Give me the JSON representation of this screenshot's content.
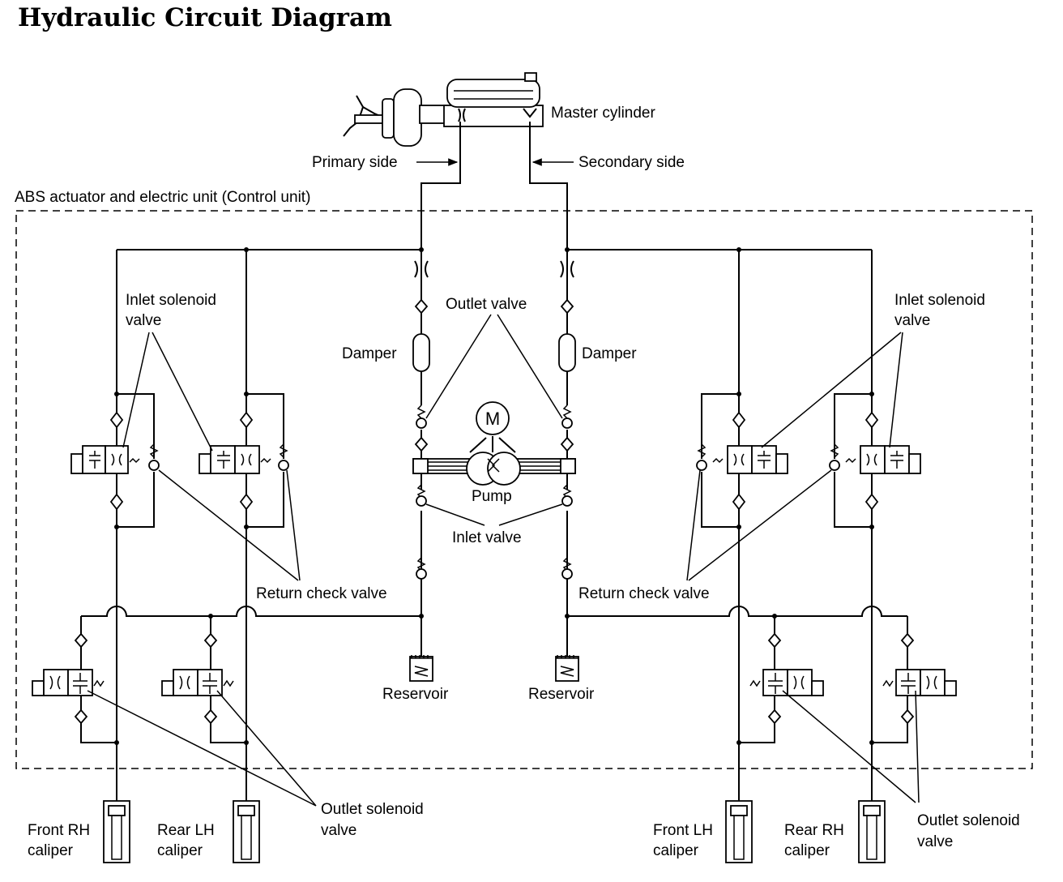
{
  "title": "Hydraulic Circuit Diagram",
  "labels": {
    "master_cylinder": "Master cylinder",
    "primary_side": "Primary side",
    "secondary_side": "Secondary side",
    "abs_unit": "ABS actuator and electric unit (Control unit)",
    "inlet_solenoid_left_1": "Inlet solenoid",
    "inlet_solenoid_left_2": "valve",
    "inlet_solenoid_right_1": "Inlet solenoid",
    "inlet_solenoid_right_2": "valve",
    "outlet_valve": "Outlet valve",
    "damper_left": "Damper",
    "damper_right": "Damper",
    "pump_motor": "M",
    "pump": "Pump",
    "inlet_valve": "Inlet valve",
    "return_check_left": "Return check valve",
    "return_check_right": "Return check valve",
    "reservoir_left": "Reservoir",
    "reservoir_right": "Reservoir",
    "outlet_solenoid_left_1": "Outlet solenoid",
    "outlet_solenoid_left_2": "valve",
    "outlet_solenoid_right_1": "Outlet solenoid",
    "outlet_solenoid_right_2": "valve",
    "front_rh_1": "Front RH",
    "front_rh_2": "caliper",
    "rear_lh_1": "Rear LH",
    "rear_lh_2": "caliper",
    "front_lh_1": "Front LH",
    "front_lh_2": "caliper",
    "rear_rh_1": "Rear RH",
    "rear_rh_2": "caliper"
  }
}
